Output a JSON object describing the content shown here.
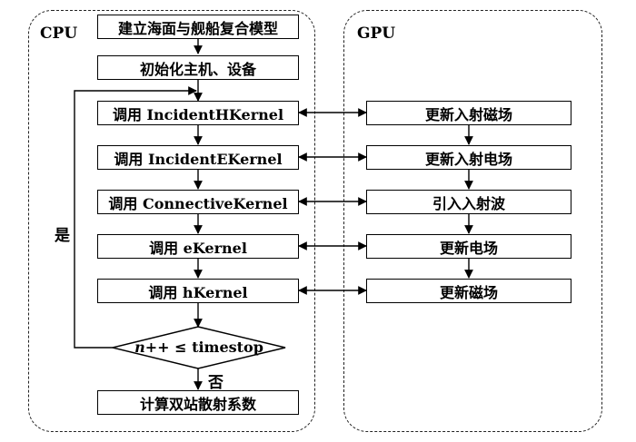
{
  "regions": {
    "cpu_label": "CPU",
    "gpu_label": "GPU"
  },
  "cpu_steps": {
    "build_model": "建立海面与舰船复合模型",
    "init": "初始化主机、设备",
    "incident_h": "调用 IncidentHKernel",
    "incident_e": "调用 IncidentEKernel",
    "connective": "调用 ConnectiveKernel",
    "e_kernel": "调用 eKernel",
    "h_kernel": "调用 hKernel",
    "compute_rcs": "计算双站散射系数"
  },
  "gpu_steps": {
    "update_incident_h": "更新入射磁场",
    "update_incident_e": "更新入射电场",
    "introduce_wave": "引入入射波",
    "update_e": "更新电场",
    "update_h": "更新磁场"
  },
  "decision": {
    "var": "n",
    "rest": "++ ≤ timestop",
    "yes_label": "是",
    "no_label": "否"
  }
}
